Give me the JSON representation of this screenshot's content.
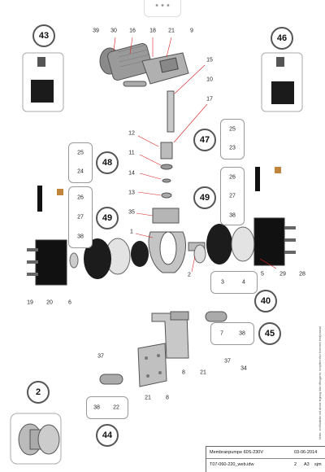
{
  "toolbar": {
    "dots": "• • •"
  },
  "callouts": {
    "c43": "43",
    "c46": "46",
    "c47": "47",
    "c48": "48",
    "c49a": "49",
    "c49b": "49",
    "c40": "40",
    "c45": "45",
    "c44": "44",
    "c2": "2"
  },
  "labels": {
    "l39": "39",
    "l30": "30",
    "l16": "16",
    "l18": "18",
    "l21a": "21",
    "l9": "9",
    "l15": "15",
    "l10": "10",
    "l17": "17",
    "l12": "12",
    "l11": "11",
    "l14": "14",
    "l13": "13",
    "l35": "35",
    "l1": "1",
    "l2": "2",
    "l5": "5",
    "l29": "29",
    "l28": "28",
    "l19": "19",
    "l20": "20",
    "l6": "6",
    "l37a": "37",
    "l34": "34",
    "l8a": "8",
    "l21b": "21",
    "l37b": "37",
    "l21c": "21",
    "l8b": "8"
  },
  "groups": {
    "g47": [
      "25",
      "23"
    ],
    "g48": [
      "25",
      "24"
    ],
    "g49a": [
      "26",
      "27",
      "38"
    ],
    "g49b": [
      "26",
      "27",
      "38"
    ],
    "g40": [
      "3",
      "4"
    ],
    "g45": [
      "7",
      "38"
    ],
    "g44": [
      "38",
      "22"
    ]
  },
  "titleblock": {
    "title": "Membranpumpe 60S-230V",
    "date": "03-06-2014",
    "file": "T07-060-220_web.idw",
    "sheet": "2",
    "size": "A3",
    "author": "sjm"
  },
  "sidenote": "Unter- en tilladelse må denne tegning ikke eftergøres, benyttes eller forevises tredjemand"
}
